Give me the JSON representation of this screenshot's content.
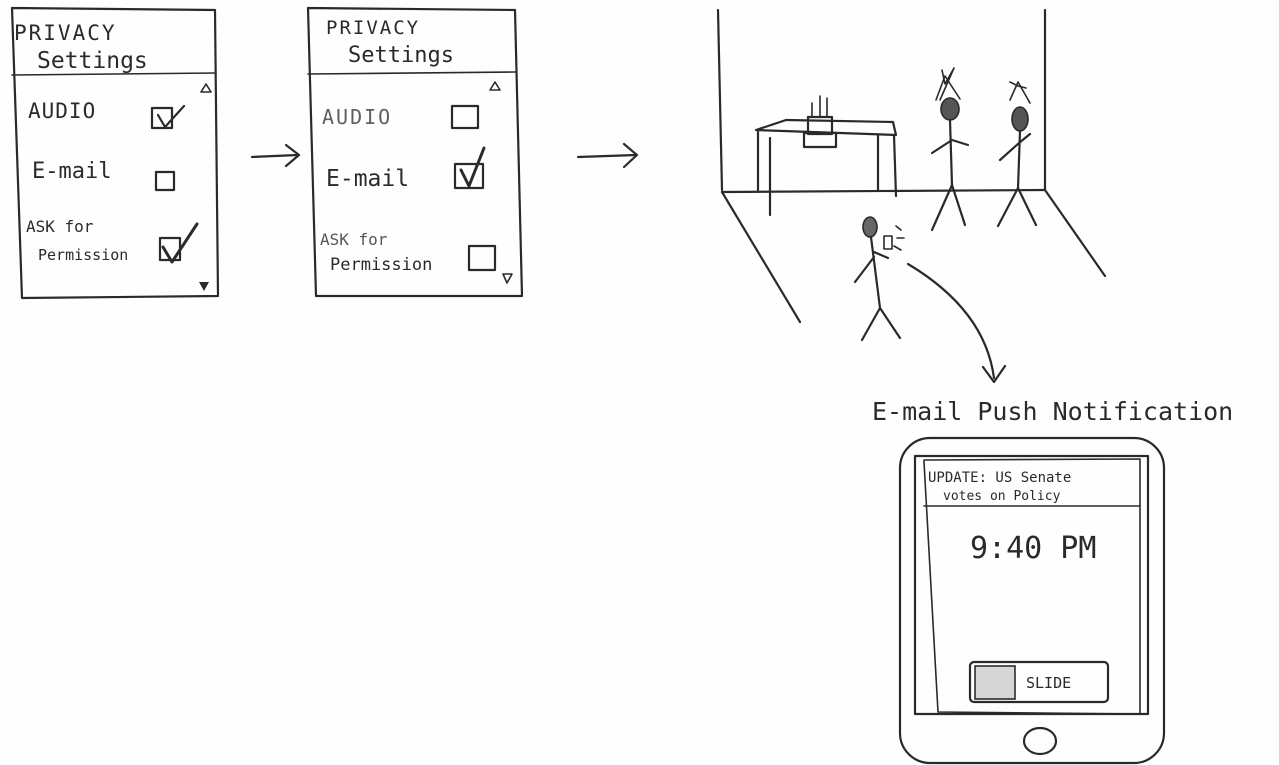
{
  "panel1": {
    "title_line1": "PRIVACY",
    "title_line2": "Settings",
    "items": [
      {
        "label": "AUDIO",
        "checked": true
      },
      {
        "label": "E-mail",
        "checked": false
      },
      {
        "label_line1": "ASK for",
        "label_line2": "Permission",
        "checked": true
      }
    ]
  },
  "panel2": {
    "title_line1": "PRIVACY",
    "title_line2": "Settings",
    "items": [
      {
        "label": "AUDIO",
        "checked": false
      },
      {
        "label": "E-mail",
        "checked": true
      },
      {
        "label_line1": "ASK for",
        "label_line2": "Permission",
        "checked": false
      }
    ]
  },
  "notification_caption": "E-mail Push Notification",
  "phone": {
    "header_line1": "UPDATE: US Senate",
    "header_line2": "votes on Policy",
    "time": "9:40 PM",
    "slide_label": "SLIDE"
  }
}
